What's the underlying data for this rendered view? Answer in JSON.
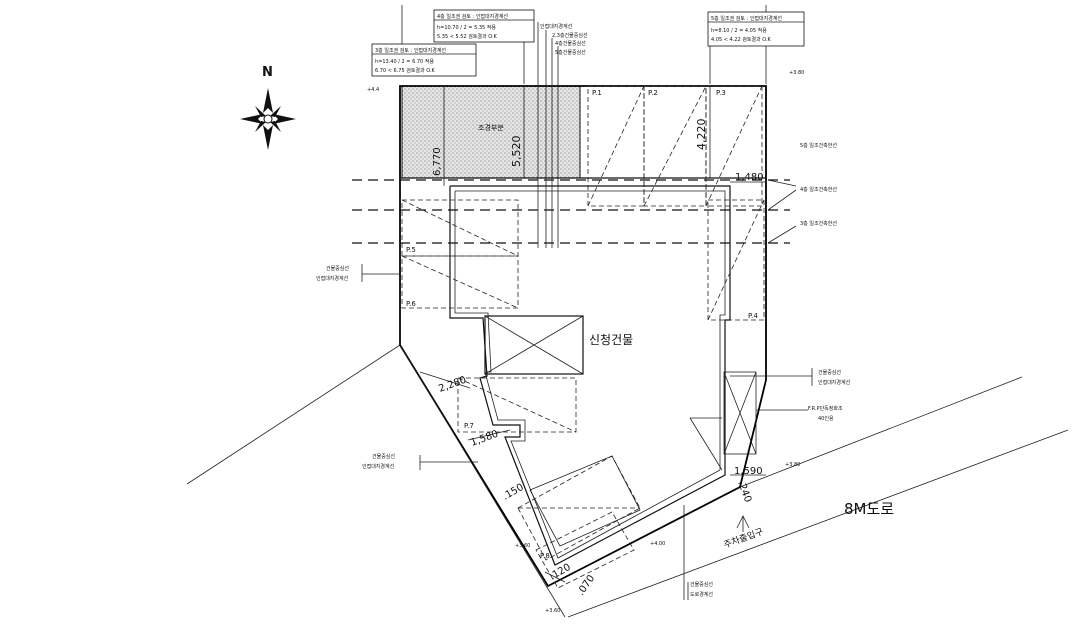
{
  "north_label": "N",
  "building_label": "신청건물",
  "road_label": "8M도로",
  "parking_entrance_label": "주차출입구",
  "landscape_label": "조경부분",
  "dimensions": {
    "d6770": "6,770",
    "d5520": "5,520",
    "d4220": "4,220",
    "d1480": "1,480",
    "d2280": "2,280",
    "d1580": "1,580",
    "d1590": "1,590",
    "d150": ".150",
    "d120": ".120",
    "d070": ".070",
    "d240": ".240"
  },
  "parking": {
    "p1": "P.1",
    "p2": "P.2",
    "p3": "P.3",
    "p4": "P.4",
    "p5": "P.5",
    "p6": "P.6",
    "p7": "P.7",
    "p8": "P.8"
  },
  "callouts": {
    "top_left_a": {
      "title": "3층 일조권 검토 : 인접대지경계선",
      "row1": "h=13.40 / 2 = 6.70 적용",
      "row2": "6.70 < 6.75   검토결과 O.K"
    },
    "top_mid_a": {
      "title": "4층 일조권 검토 : 인접대지경계선",
      "row1": "h=10.70 / 2 = 5.35 적용",
      "row2": "5.35 < 5.52   검토결과 O.K"
    },
    "top_mid_b": {
      "line1": "인접대지경계선",
      "line2": "2,3층건물중심선",
      "line3": "4층건물중심선",
      "line4": "5층건물중심선"
    },
    "top_right_a": {
      "title": "5층 일조권 검토 : 인접대지경계선",
      "row1": "h=8.10 / 2 = 4.05 적용",
      "row2": "4.05 < 4.22   검토결과 O.K"
    },
    "right_1": "5층 일조건축한선",
    "right_2": "4층 일조건축한선",
    "right_3": "3층 일조건축한선",
    "left_mid": {
      "line1": "건물중심선",
      "line2": "인접대지경계선"
    },
    "right_mid": {
      "line1": "건물중심선",
      "line2": "인접대지경계선"
    },
    "frp": {
      "line1": "F.R.P단독정화조",
      "line2": "40인용"
    },
    "left_low": {
      "line1": "건물중심선",
      "line2": "인접대지경계선"
    },
    "bottom": {
      "line1": "건물중심선",
      "line2": "도로경계선"
    }
  },
  "spot_levels": {
    "a": "+4.4",
    "b": "+3.80",
    "c": "+3.80",
    "d": "+4.00",
    "e": "+3.60",
    "f": "+3.60"
  }
}
